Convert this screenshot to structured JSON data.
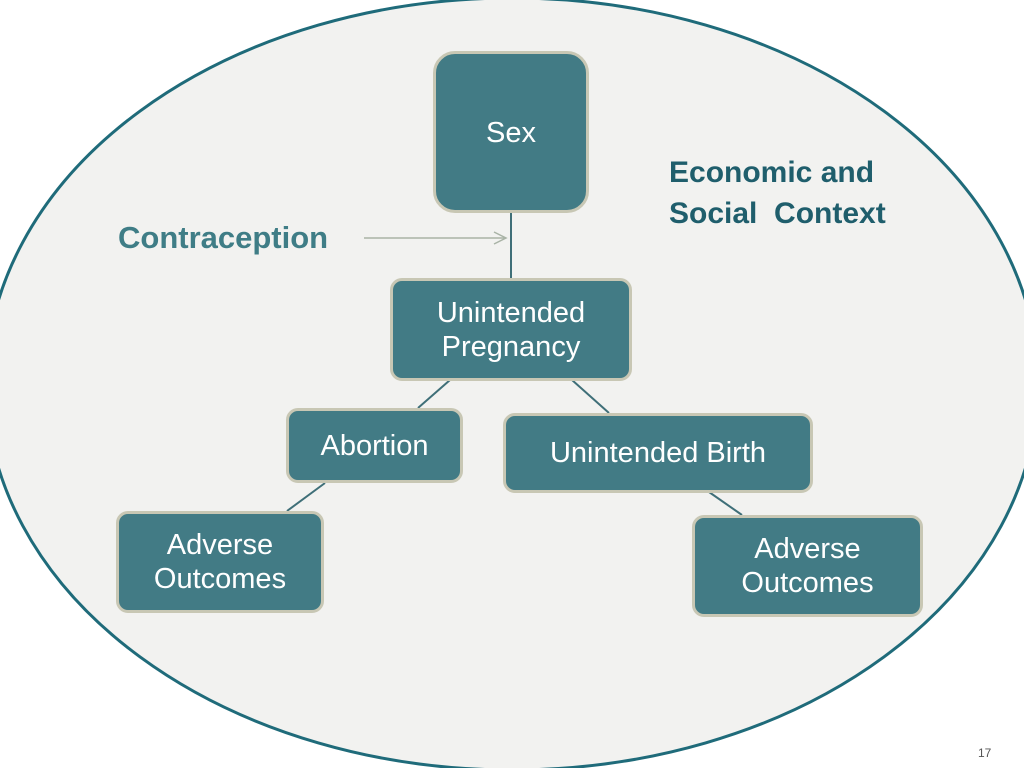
{
  "nodes": {
    "sex": "Sex",
    "unintended_pregnancy": "Unintended\nPregnancy",
    "abortion": "Abortion",
    "unintended_birth": "Unintended  Birth",
    "adverse_outcomes_left": "Adverse\nOutcomes",
    "adverse_outcomes_right": "Adverse\nOutcomes"
  },
  "labels": {
    "contraception": "Contraception",
    "economic_context": "Economic and\nSocial  Context"
  },
  "page_number": "17",
  "colors": {
    "node_fill": "#427b85",
    "node_border": "#c8c7b4",
    "ellipse_fill": "#f2f2f0",
    "ellipse_stroke": "#1f6b7a",
    "contraception_text": "#3f7d86",
    "context_text": "#1f5e6c",
    "connector": "#3f6f78",
    "arrow": "#a9b3a6"
  }
}
